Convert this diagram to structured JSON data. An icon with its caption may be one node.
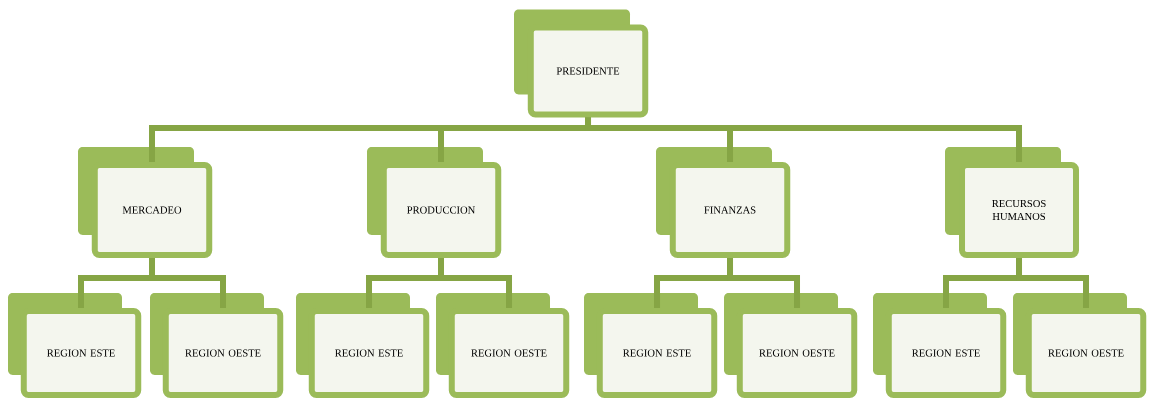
{
  "diagram": {
    "nodes": [
      {
        "text": [
          "PRESIDENTE"
        ]
      },
      {
        "text": [
          "MERCADEO"
        ]
      },
      {
        "text": [
          "PRODUCCION"
        ]
      },
      {
        "text": [
          "FINANZAS"
        ]
      },
      {
        "text": [
          "RECURSOS HUMANOS"
        ]
      },
      {
        "text": [
          "REGION ESTE"
        ]
      },
      {
        "text": [
          "REGION OESTE"
        ]
      },
      {
        "text": [
          "REGION ESTE"
        ]
      },
      {
        "text": [
          "REGION OESTE"
        ]
      },
      {
        "text": [
          "REGION ESTE"
        ]
      },
      {
        "text": [
          "REGION OESTE"
        ]
      },
      {
        "text": [
          "REGION ESTE"
        ]
      },
      {
        "text": [
          "REGION OESTE"
        ]
      }
    ],
    "edges": [
      {
        "from": 0,
        "to": 1,
        "arrow": "none"
      },
      {
        "from": 0,
        "to": 2,
        "arrow": "none"
      },
      {
        "from": 0,
        "to": 3,
        "arrow": "none"
      },
      {
        "from": 0,
        "to": 4,
        "arrow": "none"
      },
      {
        "from": 1,
        "to": 5,
        "arrow": "none"
      },
      {
        "from": 1,
        "to": 6,
        "arrow": "none"
      },
      {
        "from": 2,
        "to": 7,
        "arrow": "none"
      },
      {
        "from": 2,
        "to": 8,
        "arrow": "none"
      },
      {
        "from": 3,
        "to": 9,
        "arrow": "none"
      },
      {
        "from": 3,
        "to": 10,
        "arrow": "none"
      },
      {
        "from": 4,
        "to": 11,
        "arrow": "none"
      },
      {
        "from": 4,
        "to": 12,
        "arrow": "none"
      }
    ]
  }
}
